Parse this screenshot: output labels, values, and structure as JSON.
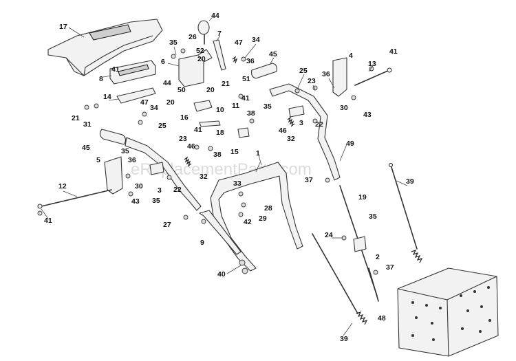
{
  "watermark": "eReplacementParts.com",
  "colors": {
    "line": "#333333",
    "fill": "#f2f2f2",
    "watermark": "#c9c9c9"
  },
  "callouts": {
    "c44a": "44",
    "c17": "17",
    "c35a": "35",
    "c26": "26",
    "c7": "7",
    "c34a": "34",
    "c47a": "47",
    "c52": "52",
    "c6": "6",
    "c20a": "20",
    "c36a": "36",
    "c45a": "45",
    "c41a": "41",
    "c8": "8",
    "c44b": "44",
    "c21a": "21",
    "c51": "51",
    "c4": "4",
    "c41b": "41",
    "c13": "13",
    "c50": "50",
    "c20b": "20",
    "c25a": "25",
    "c36b": "36",
    "c14": "14",
    "c47b": "47",
    "c34b": "34",
    "c41c": "41",
    "c23a": "23",
    "c20c": "20",
    "c11": "11",
    "c10": "10",
    "c30a": "30",
    "c43a": "43",
    "c21b": "21",
    "c31": "31",
    "c16": "16",
    "c35b": "35",
    "c38a": "38",
    "c3a": "3",
    "c22a": "22",
    "c41d": "41",
    "c18": "18",
    "c46a": "46",
    "c32a": "32",
    "c45b": "45",
    "c25b": "25",
    "c49": "49",
    "c38b": "38",
    "c15": "15",
    "c35c": "35",
    "c23b": "23",
    "c46b": "46",
    "c1": "1",
    "c5": "5",
    "c36c": "36",
    "c32b": "32",
    "c30b": "30",
    "c3b": "3",
    "c22b": "22",
    "c12": "12",
    "c37a": "37",
    "c39a": "39",
    "c33": "33",
    "c43b": "43",
    "c35d": "35",
    "c19": "19",
    "c41e": "41",
    "c28": "28",
    "c29": "29",
    "c42": "42",
    "c35e": "35",
    "c27": "27",
    "c24": "24",
    "c9": "9",
    "c2": "2",
    "c37b": "37",
    "c40": "40",
    "c48": "48",
    "c39b": "39"
  }
}
